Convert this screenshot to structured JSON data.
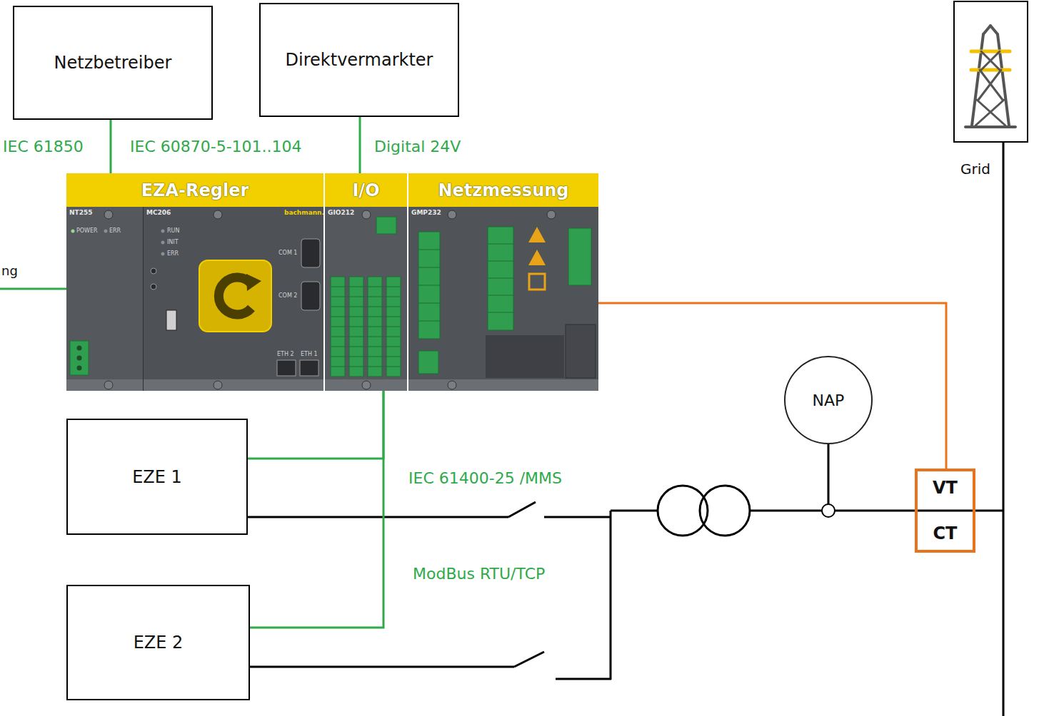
{
  "diagram": {
    "nodes": [
      {
        "text": [
          "Netzbetreiber"
        ]
      },
      {
        "text": [
          "Direktvermarkter"
        ]
      },
      {
        "text": [
          "Grid"
        ]
      },
      {
        "text": [
          "EZA-Regler"
        ]
      },
      {
        "text": [
          "I/O"
        ]
      },
      {
        "text": [
          "Netzmessung"
        ]
      },
      {
        "text": [
          "NAP"
        ]
      },
      {
        "text": [
          "EZE 1"
        ]
      },
      {
        "text": [
          "VT",
          "CT"
        ]
      },
      {
        "text": [
          "EZE 2"
        ]
      }
    ],
    "edges": [
      {
        "from": 0,
        "to": 3,
        "arrow": "none"
      },
      {
        "from": 1,
        "to": 4,
        "arrow": "none"
      },
      {
        "from": 4,
        "to": 7,
        "arrow": "none"
      },
      {
        "from": 4,
        "to": 9,
        "arrow": "none"
      },
      {
        "from": 5,
        "to": 8,
        "arrow": "none"
      }
    ],
    "labels": [
      "IEC 61850",
      "IEC 60870-5-101..104",
      "Digital 24V",
      "ng",
      "IEC 61400-25 /MMS",
      "ModBus RTU/TCP",
      "NT255",
      "POWER",
      "ERR",
      "MC206",
      "RUN",
      "INIT",
      "ERR",
      "COM 1",
      "COM 2",
      "ETH 2",
      "ETH 1",
      "bachmann.",
      "GIO212",
      "GMP232"
    ]
  }
}
